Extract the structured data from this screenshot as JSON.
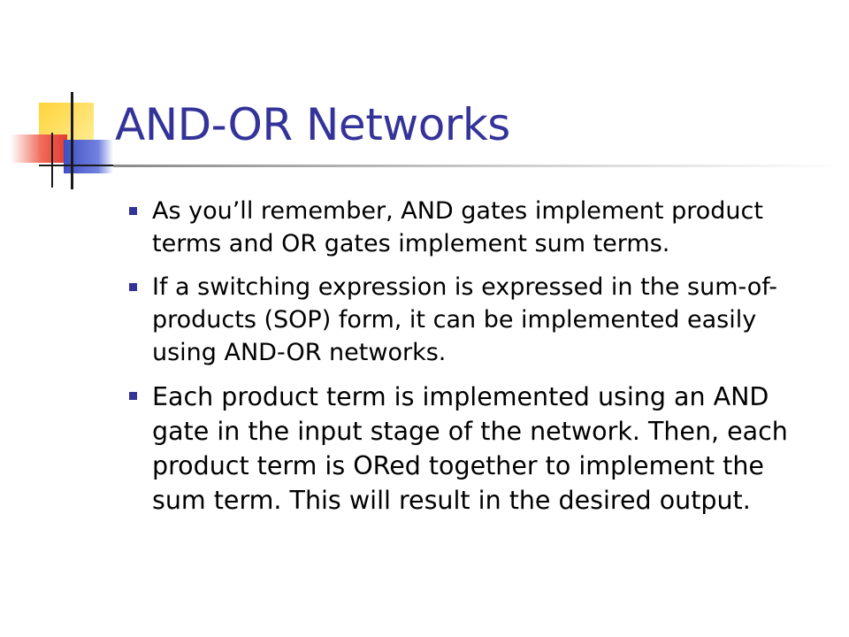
{
  "slide": {
    "title": "AND-OR Networks",
    "bullets": [
      {
        "text": "As you’ll remember, AND gates implement product terms and OR gates implement sum terms."
      },
      {
        "text": "If a switching expression is expressed in the sum-of-products (SOP) form, it can be implemented easily using AND-OR networks."
      },
      {
        "text": "Each product term is implemented using an AND gate in the input stage of the network. Then, each product term is ORed together to implement the sum term.  This will result in the desired output."
      }
    ]
  },
  "colors": {
    "title": "#333399",
    "bullet_marker": "#333399",
    "body_text": "#000000",
    "deco_yellow": "#ffd43a",
    "deco_red": "#e23b2e",
    "deco_blue": "#3e4fc4"
  }
}
